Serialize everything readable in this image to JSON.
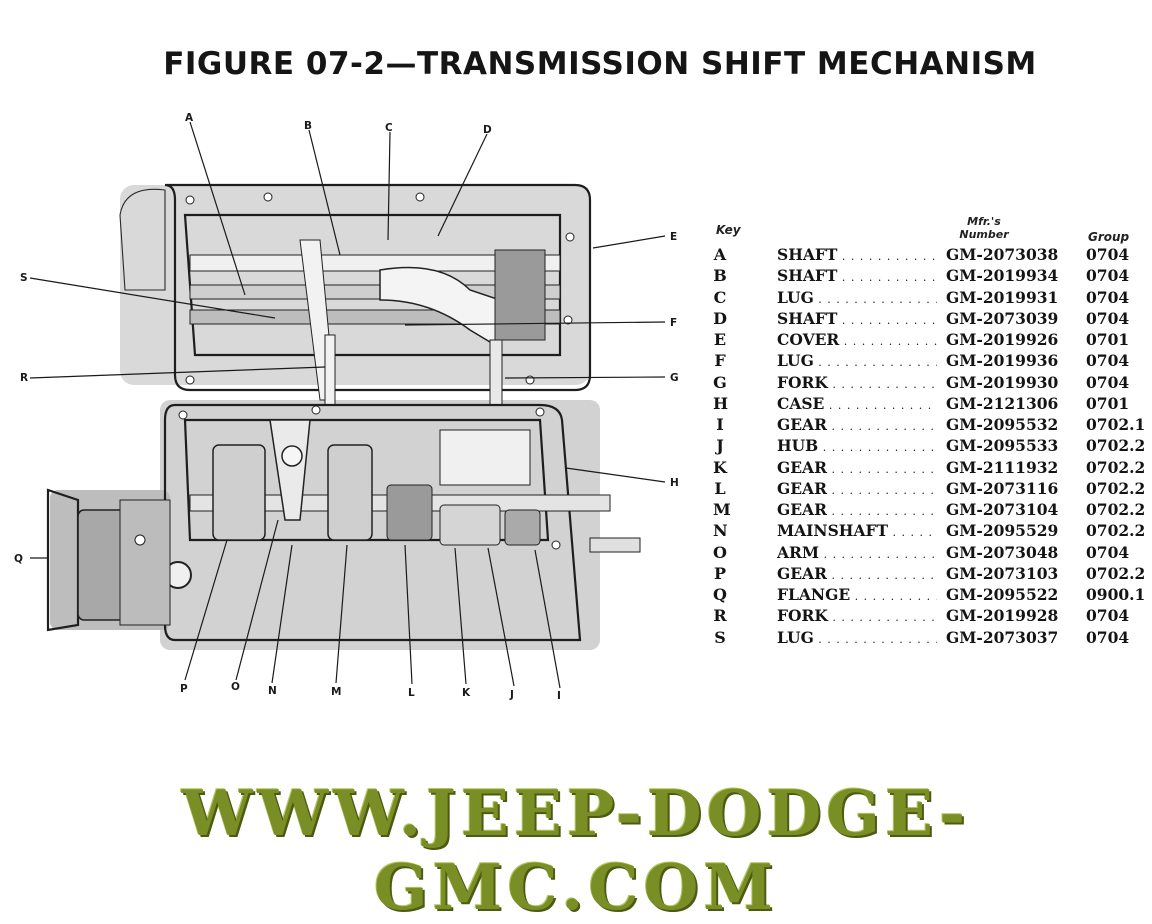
{
  "title": "FIGURE 07-2—TRANSMISSION SHIFT MECHANISM",
  "table": {
    "header_key": "Key",
    "header_mfr": "Mfr.'s Number",
    "header_group": "Group",
    "rows": [
      {
        "key": "A",
        "name": "SHAFT",
        "number": "GM-2073038",
        "group": "0704"
      },
      {
        "key": "B",
        "name": "SHAFT",
        "number": "GM-2019934",
        "group": "0704"
      },
      {
        "key": "C",
        "name": "LUG",
        "number": "GM-2019931",
        "group": "0704"
      },
      {
        "key": "D",
        "name": "SHAFT",
        "number": "GM-2073039",
        "group": "0704"
      },
      {
        "key": "E",
        "name": "COVER",
        "number": "GM-2019926",
        "group": "0701"
      },
      {
        "key": "F",
        "name": "LUG",
        "number": "GM-2019936",
        "group": "0704"
      },
      {
        "key": "G",
        "name": "FORK",
        "number": "GM-2019930",
        "group": "0704"
      },
      {
        "key": "H",
        "name": "CASE",
        "number": "GM-2121306",
        "group": "0701"
      },
      {
        "key": "I",
        "name": "GEAR",
        "number": "GM-2095532",
        "group": "0702.1"
      },
      {
        "key": "J",
        "name": "HUB",
        "number": "GM-2095533",
        "group": "0702.2"
      },
      {
        "key": "K",
        "name": "GEAR",
        "number": "GM-2111932",
        "group": "0702.2"
      },
      {
        "key": "L",
        "name": "GEAR",
        "number": "GM-2073116",
        "group": "0702.2"
      },
      {
        "key": "M",
        "name": "GEAR",
        "number": "GM-2073104",
        "group": "0702.2"
      },
      {
        "key": "N",
        "name": "MAINSHAFT",
        "number": "GM-2095529",
        "group": "0702.2"
      },
      {
        "key": "O",
        "name": "ARM",
        "number": "GM-2073048",
        "group": "0704"
      },
      {
        "key": "P",
        "name": "GEAR",
        "number": "GM-2073103",
        "group": "0702.2"
      },
      {
        "key": "Q",
        "name": "FLANGE",
        "number": "GM-2095522",
        "group": "0900.1"
      },
      {
        "key": "R",
        "name": "FORK",
        "number": "GM-2019928",
        "group": "0704"
      },
      {
        "key": "S",
        "name": "LUG",
        "number": "GM-2073037",
        "group": "0704"
      }
    ]
  },
  "callouts": {
    "A": "A",
    "B": "B",
    "C": "C",
    "D": "D",
    "E": "E",
    "F": "F",
    "G": "G",
    "H": "H",
    "I": "I",
    "J": "J",
    "K": "K",
    "L": "L",
    "M": "M",
    "N": "N",
    "O": "O",
    "P": "P",
    "Q": "Q",
    "R": "R",
    "S": "S"
  },
  "footer": "WWW.JEEP-DODGE-GMC.COM"
}
